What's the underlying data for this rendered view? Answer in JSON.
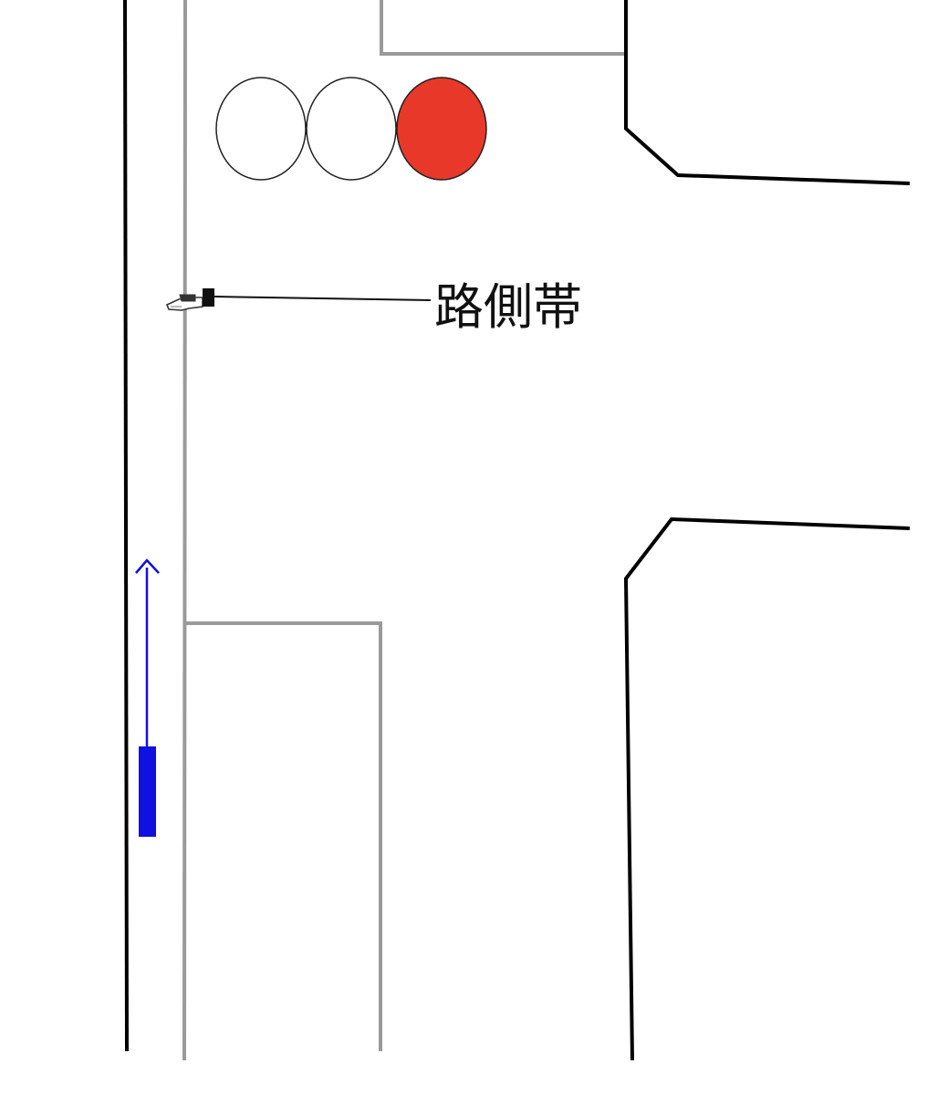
{
  "diagram": {
    "label": "路側帯",
    "colors": {
      "road_edge": "#000000",
      "curb_line": "#9a9a9a",
      "signal_lit_red": "#e8382a",
      "signal_unlit": "#ffffff",
      "vehicle_blue": "#1010e0",
      "background": "#ffffff"
    },
    "signal": {
      "lamps": [
        {
          "name": "left-lamp",
          "state": "off"
        },
        {
          "name": "middle-lamp",
          "state": "off"
        },
        {
          "name": "right-lamp",
          "state": "red"
        }
      ]
    },
    "vehicle": {
      "direction": "up"
    }
  }
}
